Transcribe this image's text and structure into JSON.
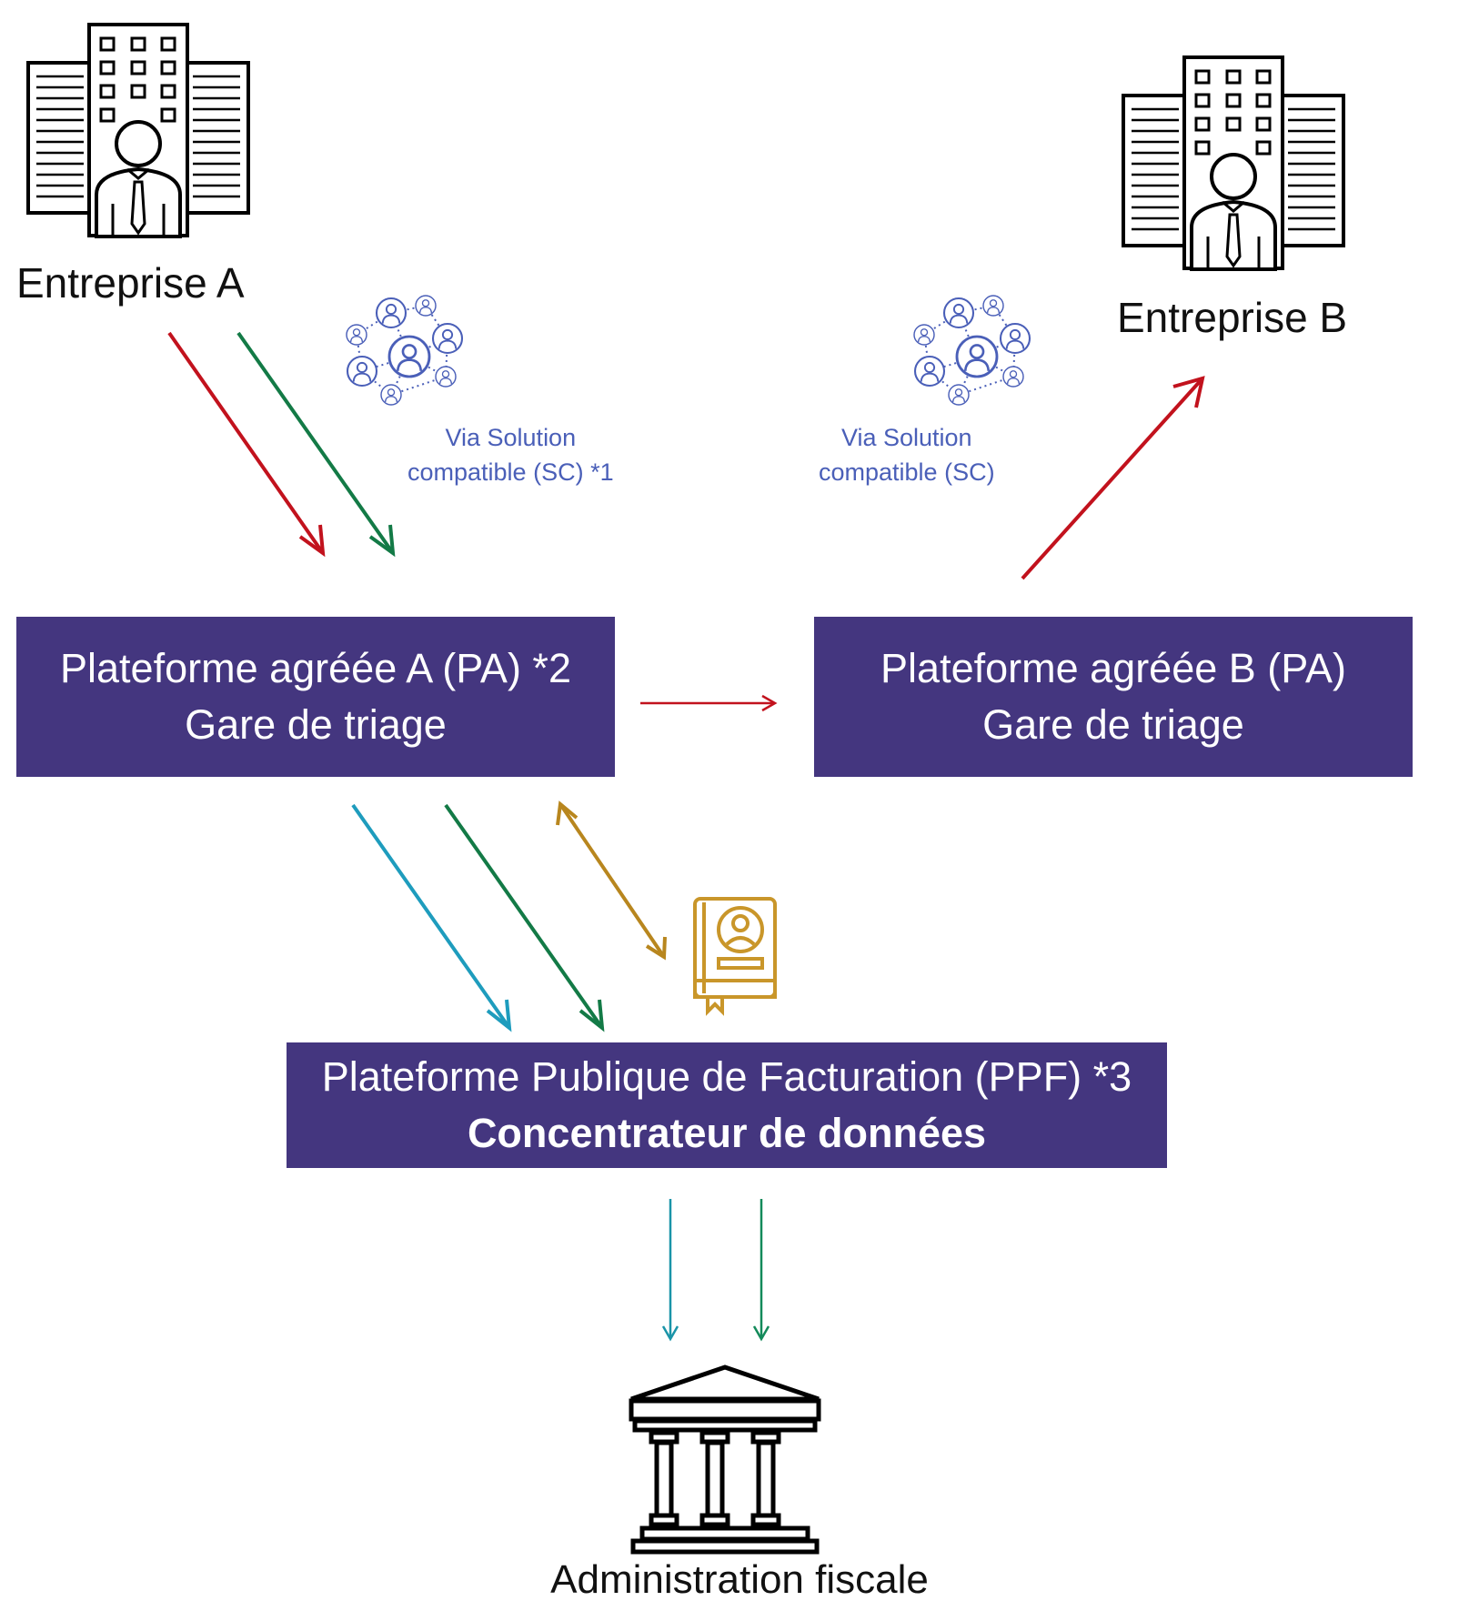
{
  "colors": {
    "box_fill": "#44367f",
    "box_text": "#ffffff",
    "network_icon": "#4a5fb8",
    "via_text": "#4a5fb8",
    "arrow_red": "#c2121d",
    "arrow_green": "#137a46",
    "arrow_cyan": "#1e9cbd",
    "arrow_gold": "#b8861e",
    "arrow_teal": "#1a94a8",
    "arrow_teal_green": "#138a5a",
    "ledger_icon": "#c9962a",
    "icon_stroke": "#000000"
  },
  "entreprise_a": {
    "label": "Entreprise A",
    "icon": "office-building-businessman-icon"
  },
  "entreprise_b": {
    "label": "Entreprise B",
    "icon": "office-building-businessman-icon"
  },
  "via_a": {
    "line1": "Via Solution",
    "line2": "compatible (SC) *1",
    "icon": "network-people-icon"
  },
  "via_b": {
    "line1": "Via Solution",
    "line2": "compatible (SC)",
    "icon": "network-people-icon"
  },
  "pa_a": {
    "line1": "Plateforme agréée A (PA) *2",
    "line2": "Gare de triage"
  },
  "pa_b": {
    "line1": "Plateforme agréée B (PA)",
    "line2": "Gare de triage"
  },
  "ppf": {
    "line1": "Plateforme Publique de Facturation (PPF) *3",
    "line2": "Concentrateur de données"
  },
  "directory_icon": "contact-directory-book-icon",
  "admin": {
    "label": "Administration fiscale",
    "icon": "government-building-columns-icon"
  }
}
